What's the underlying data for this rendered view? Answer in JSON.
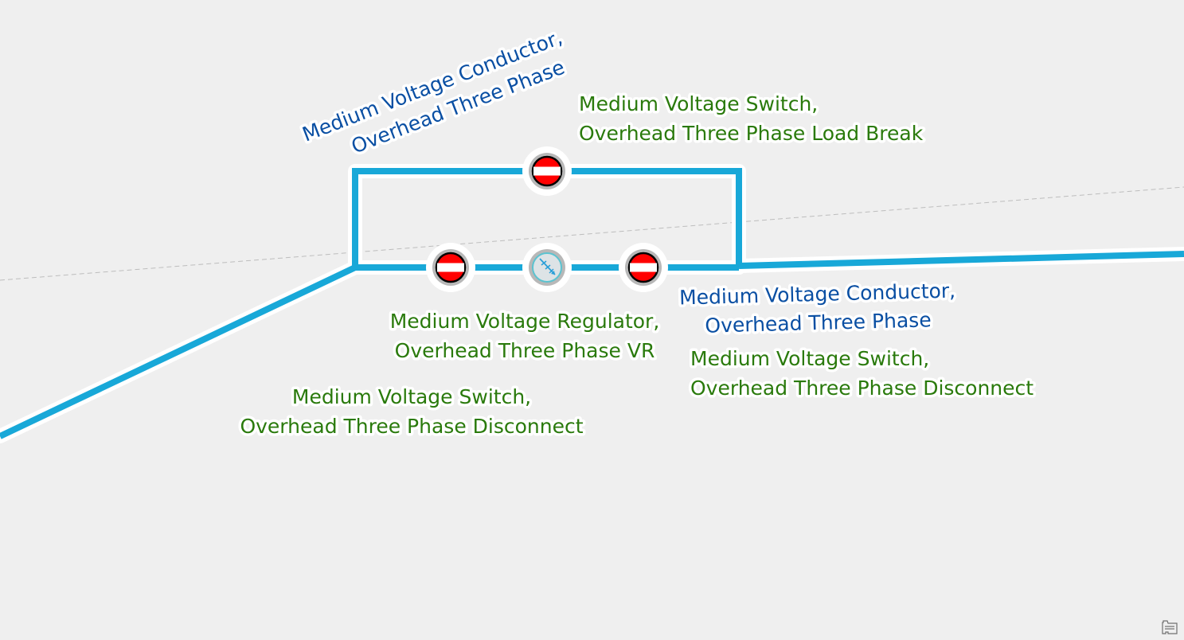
{
  "map": {
    "colors": {
      "background": "#efefef",
      "conductor": "#18a8d8",
      "conductor_halo": "#ffffff",
      "conductor_label": "#0a4fa3",
      "device_label": "#2a7a0c",
      "switch_fill": "#ff0000",
      "switch_bar": "#ffffff",
      "regulator_fill": "#d8dfe2",
      "regulator_ring": "#5bc3d0"
    },
    "labels": {
      "conductor_top": [
        "Medium Voltage Conductor,",
        "Overhead Three Phase"
      ],
      "conductor_right": [
        "Medium Voltage Conductor,",
        "Overhead Three Phase"
      ],
      "switch_load_break": [
        "Medium Voltage Switch,",
        "Overhead Three Phase Load Break"
      ],
      "regulator": [
        "Medium Voltage Regulator,",
        "Overhead Three Phase VR"
      ],
      "switch_disconnect_left": [
        "Medium Voltage Switch,",
        "Overhead Three Phase Disconnect"
      ],
      "switch_disconnect_right": [
        "Medium Voltage Switch,",
        "Overhead Three Phase Disconnect"
      ]
    },
    "features": [
      {
        "type": "switch",
        "subtype": "Overhead Three Phase Load Break",
        "icon": "switch-icon"
      },
      {
        "type": "switch",
        "subtype": "Overhead Three Phase Disconnect",
        "icon": "switch-icon"
      },
      {
        "type": "regulator",
        "subtype": "Overhead Three Phase VR",
        "icon": "regulator-icon"
      },
      {
        "type": "switch",
        "subtype": "Overhead Three Phase Disconnect",
        "icon": "switch-icon"
      }
    ]
  },
  "controls": {
    "overview_icon": "map-overview-icon"
  }
}
